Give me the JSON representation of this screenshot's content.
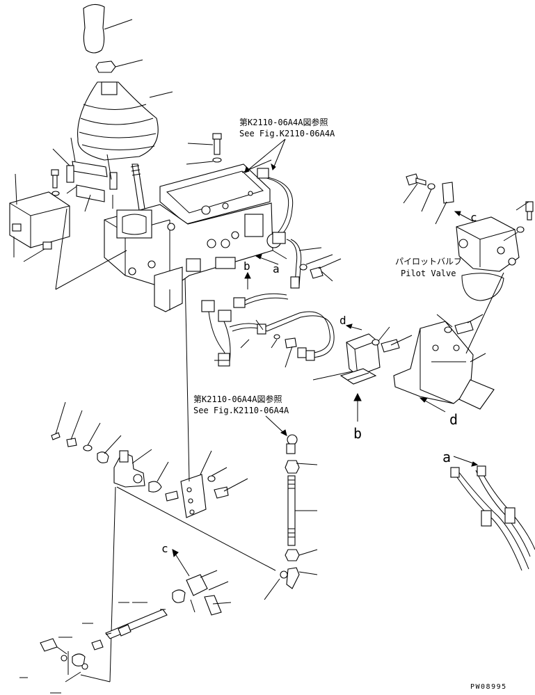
{
  "references": [
    {
      "jp": "第K2110-06A4A図参照",
      "en": "See Fig.K2110-06A4A"
    },
    {
      "jp": "第K2110-06A4A図参照",
      "en": "See Fig.K2110-06A4A"
    }
  ],
  "pilot_valve": {
    "jp": "パイロットバルブ",
    "en": "Pilot Valve"
  },
  "markers": {
    "a": "a",
    "b": "b",
    "c": "c",
    "d": "d"
  },
  "drawing_number": "PW08995"
}
